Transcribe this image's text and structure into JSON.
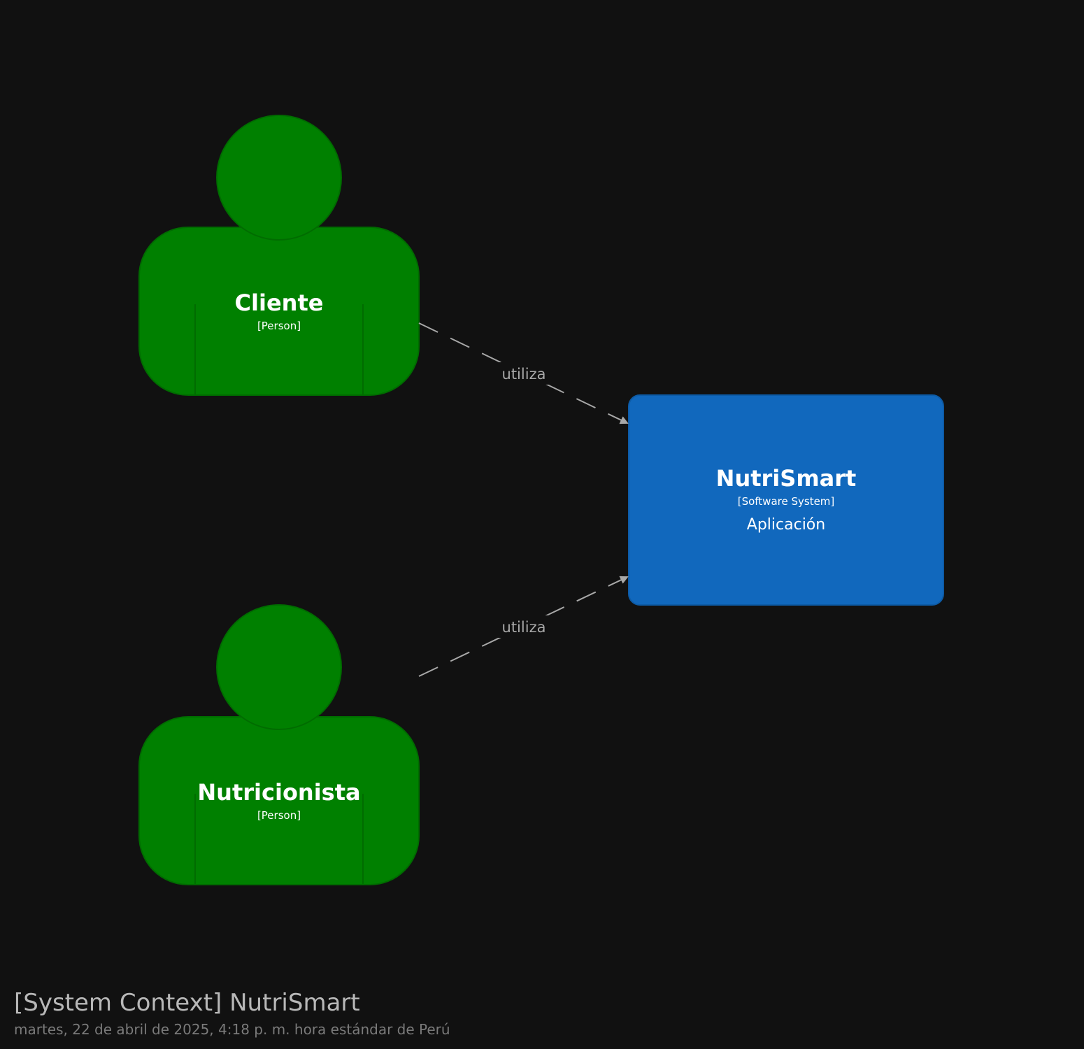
{
  "diagram": {
    "people": [
      {
        "name": "Cliente",
        "type": "[Person]"
      },
      {
        "name": "Nutricionista",
        "type": "[Person]"
      }
    ],
    "system": {
      "name": "NutriSmart",
      "type": "[Software System]",
      "description": "Aplicación"
    },
    "relationships": [
      {
        "from": "Cliente",
        "to": "NutriSmart",
        "label": "utiliza"
      },
      {
        "from": "Nutricionista",
        "to": "NutriSmart",
        "label": "utiliza"
      }
    ]
  },
  "footer": {
    "title": "[System Context] NutriSmart",
    "date": "martes, 22 de abril de 2025, 4:18 p. m. hora estándar de Perú"
  },
  "colors": {
    "background": "#111111",
    "person": "#008000",
    "system": "#1168bd",
    "relationship": "#a8a8a8"
  }
}
